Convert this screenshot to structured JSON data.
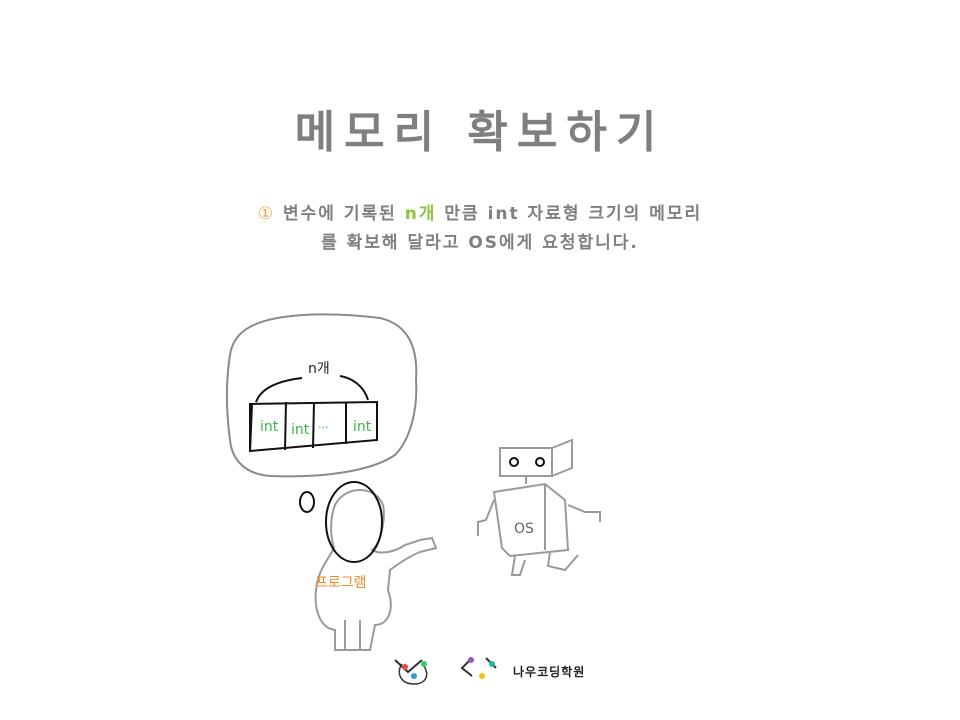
{
  "slide": {
    "title": "메모리 확보하기",
    "step_number": "①",
    "line1_a": "변수에 기록된",
    "line1_hl": "n개",
    "line1_b": "만큼 int 자료형 크기의 메모리",
    "line2": "를 확보해 달라고 OS에게 요청합니다."
  },
  "drawing": {
    "count_label": "n개",
    "cells": [
      "int",
      "int",
      "...",
      "int"
    ],
    "program_label": "프로그램",
    "os_label": "OS"
  },
  "logo": {
    "text": "나우코딩학원"
  },
  "colors": {
    "title": "#7f7f7f",
    "highlight": "#8cc43c",
    "step_number": "#f4a14a",
    "cell_text": "#3cb54a",
    "program_label": "#f28c28"
  }
}
